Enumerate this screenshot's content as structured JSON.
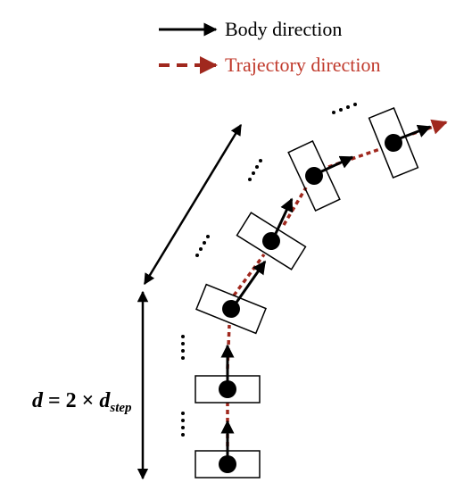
{
  "legend": {
    "body_label": "Body direction",
    "trajectory_label": "Trajectory direction"
  },
  "formula": {
    "lhs": "d",
    "eq": " = 2 × ",
    "var": "d",
    "sub": "step"
  },
  "colors": {
    "body_arrow": "#000000",
    "trajectory_arrow": "#a0281e",
    "trajectory_text": "#c0392b",
    "body_box": "#000000"
  },
  "symbols": {
    "ellipsis": "• • • •"
  }
}
